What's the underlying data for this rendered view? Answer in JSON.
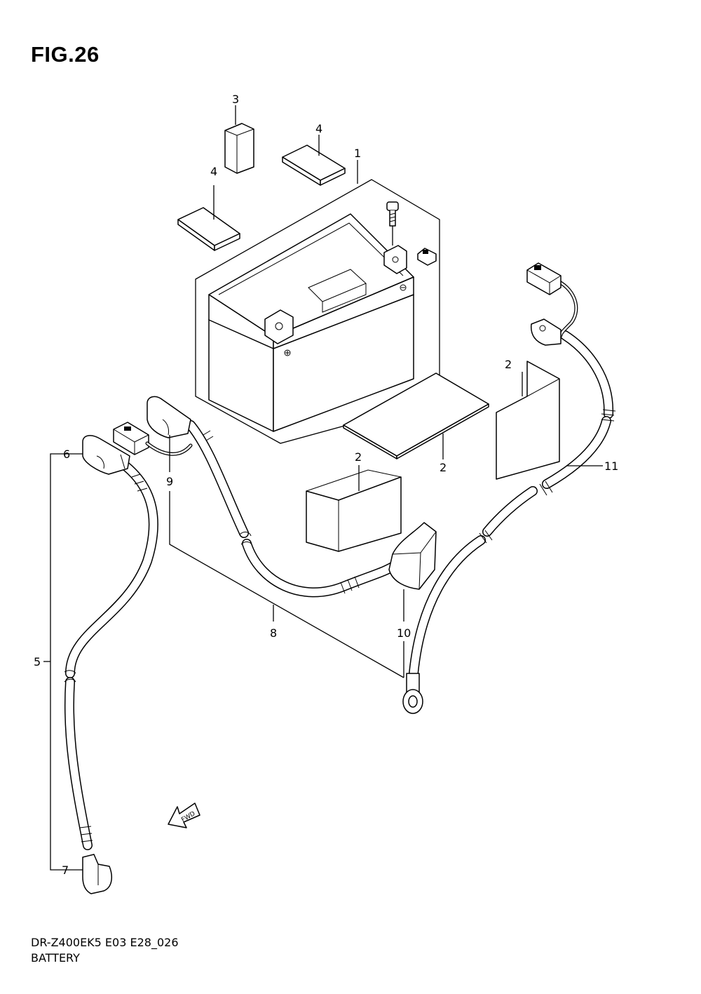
{
  "figure": {
    "title": "FIG.26",
    "model_code": "DR-Z400EK5 E03 E28_026",
    "name": "BATTERY",
    "fwd_label": "FWD"
  },
  "callouts": [
    {
      "id": "callout-1",
      "label": "1"
    },
    {
      "id": "callout-2a",
      "label": "2"
    },
    {
      "id": "callout-2b",
      "label": "2"
    },
    {
      "id": "callout-2c",
      "label": "2"
    },
    {
      "id": "callout-3",
      "label": "3"
    },
    {
      "id": "callout-4a",
      "label": "4"
    },
    {
      "id": "callout-4b",
      "label": "4"
    },
    {
      "id": "callout-5",
      "label": "5"
    },
    {
      "id": "callout-6",
      "label": "6"
    },
    {
      "id": "callout-7",
      "label": "7"
    },
    {
      "id": "callout-8",
      "label": "8"
    },
    {
      "id": "callout-9",
      "label": "9"
    },
    {
      "id": "callout-10",
      "label": "10"
    },
    {
      "id": "callout-11",
      "label": "11"
    }
  ]
}
